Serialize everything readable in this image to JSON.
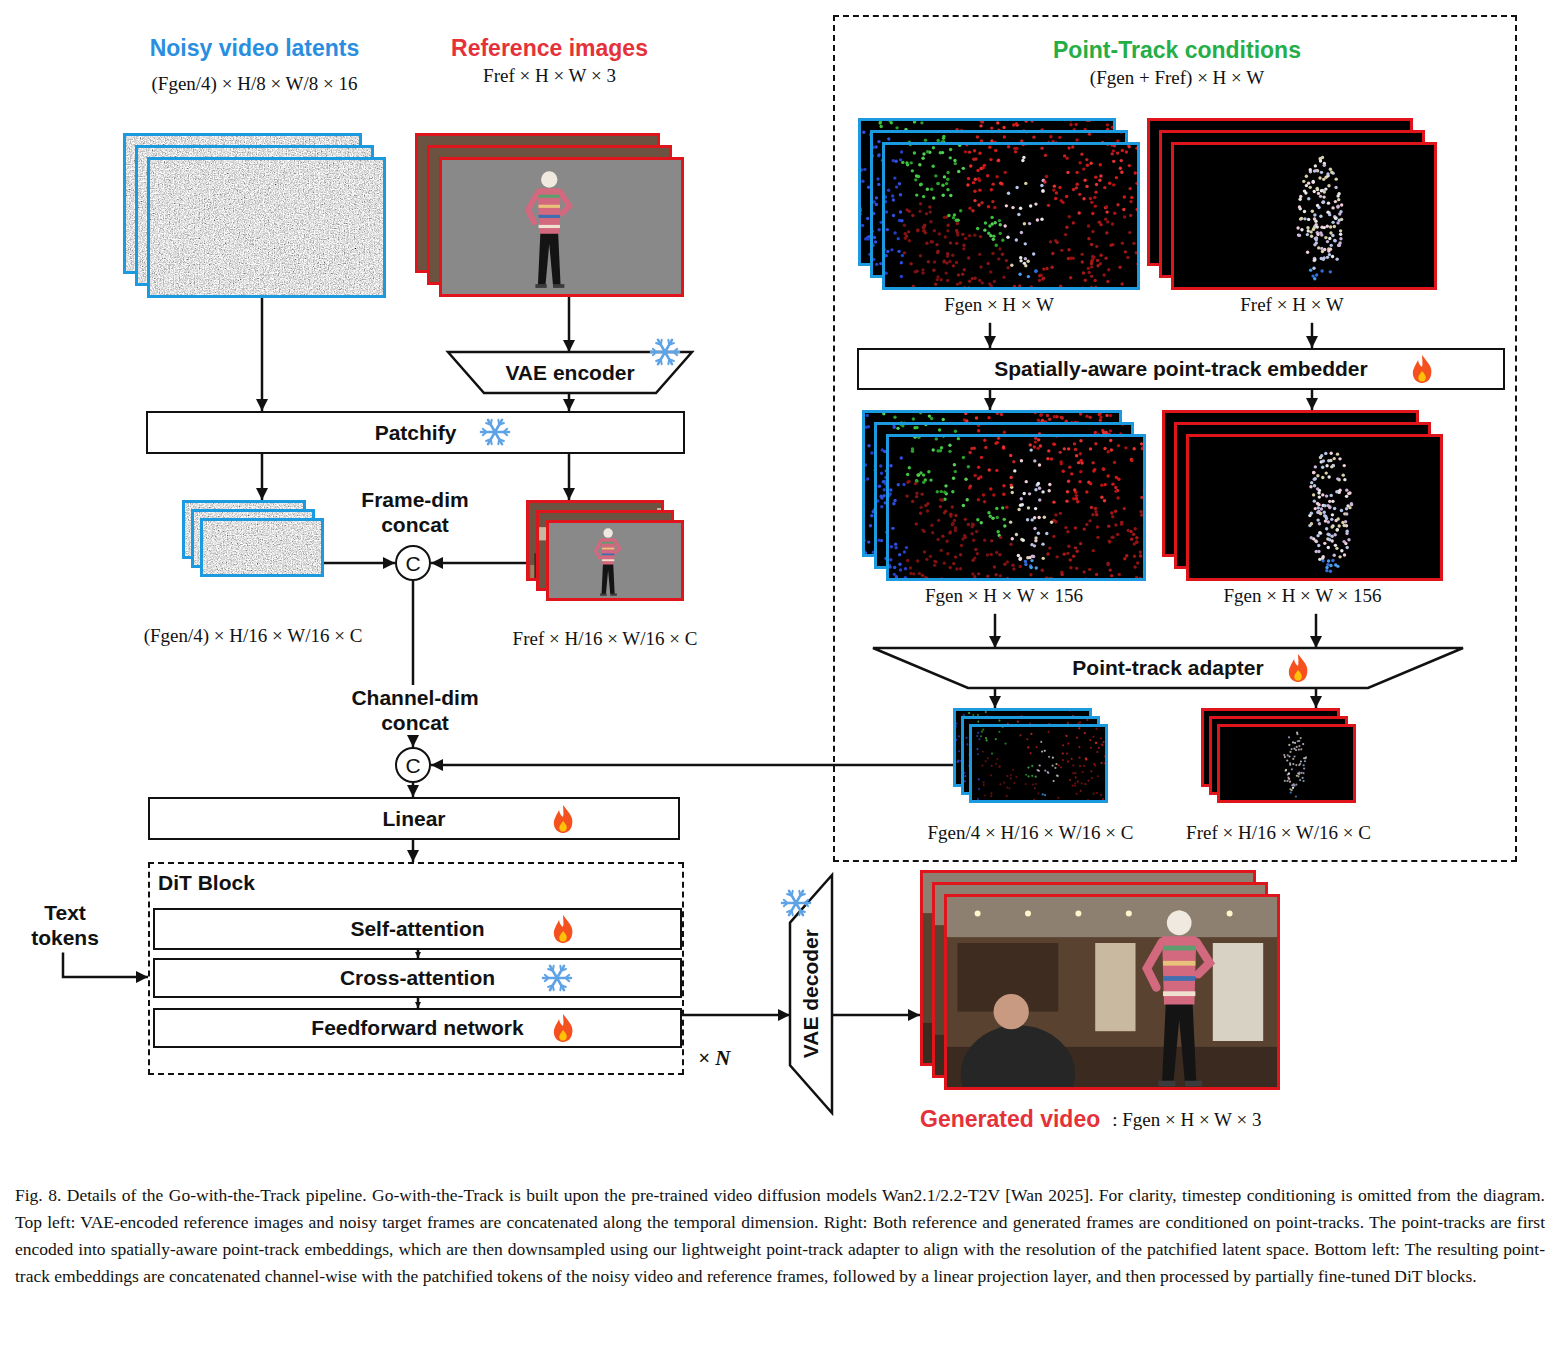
{
  "diagram": {
    "caption": "Fig. 8. Details of the Go-with-the-Track pipeline. Go-with-the-Track is built upon the pre-trained video diffusion models Wan2.1/2.2-T2V [Wan 2025]. For clarity, timestep conditioning is omitted from the diagram. Top left: VAE-encoded reference images and noisy target frames are concatenated along the temporal dimension. Right: Both reference and generated frames are conditioned on point-tracks. The point-tracks are first encoded into spatially-aware point-track embeddings, which are then downsampled using our lightweight point-track adapter to align with the resolution of the patchified latent space. Bottom left: The resulting point-track embeddings are concatenated channel-wise with the patchified tokens of the noisy video and reference frames, followed by a linear projection layer, and then processed by partially fine-tuned DiT blocks.",
    "nodes": [
      {
        "text": [
          "Noisy video latents",
          "(Fgen/4) × H/8 × W/8 × 16"
        ]
      },
      {
        "text": [
          "Reference images",
          "Fref × H × W × 3"
        ]
      },
      {
        "text": [
          "Point-Track conditions",
          "(Fgen + Fref) × H × W"
        ]
      },
      {
        "text": [
          "Fgen × H × W"
        ],
        "in": 2
      },
      {
        "text": [
          "Fref × H × W"
        ],
        "in": 2
      },
      {
        "text": [
          "VAE encoder"
        ]
      },
      {
        "text": [
          "Patchify"
        ]
      },
      {
        "text": [
          "Spatially-aware point-track embedder"
        ],
        "in": 2
      },
      {
        "text": [
          "(Fgen/4) × H/16 × W/16 × C"
        ]
      },
      {
        "text": [
          "Frame-dim concat",
          "C"
        ]
      },
      {
        "text": [
          "Fref × H/16 × W/16 × C"
        ]
      },
      {
        "text": [
          "Fgen × H × W × 156"
        ],
        "in": 2
      },
      {
        "text": [
          "Fgen × H × W × 156"
        ],
        "in": 2
      },
      {
        "text": [
          "Point-track adapter"
        ],
        "in": 2
      },
      {
        "text": [
          "Channel-dim concat",
          "C"
        ]
      },
      {
        "text": [
          "Fgen/4 × H/16 × W/16 × C"
        ],
        "in": 2
      },
      {
        "text": [
          "Fref × H/16 × W/16 × C"
        ],
        "in": 2
      },
      {
        "text": [
          "Linear"
        ]
      },
      {
        "text": [
          "Text tokens"
        ]
      },
      {
        "text": [
          "DiT Block"
        ]
      },
      {
        "text": [
          "Self-attention"
        ],
        "in": 19
      },
      {
        "text": [
          "Cross-attention"
        ],
        "in": 19
      },
      {
        "text": [
          "Feedforward network"
        ],
        "in": 19
      },
      {
        "text": [
          "VAE decoder"
        ]
      },
      {
        "text": [
          "Generated video",
          ": Fgen × H × W × 3"
        ]
      }
    ],
    "edges": [
      {
        "from": 0,
        "to": 6,
        "arrow": "to"
      },
      {
        "from": 1,
        "to": 5,
        "arrow": "to"
      },
      {
        "from": 5,
        "to": 6,
        "arrow": "to"
      },
      {
        "from": 6,
        "to": 8,
        "arrow": "to"
      },
      {
        "from": 6,
        "to": 10,
        "arrow": "to"
      },
      {
        "from": 8,
        "to": 9,
        "arrow": "to"
      },
      {
        "from": 10,
        "to": 9,
        "arrow": "to"
      },
      {
        "from": 3,
        "to": 7,
        "arrow": "to"
      },
      {
        "from": 4,
        "to": 7,
        "arrow": "to"
      },
      {
        "from": 7,
        "to": 11,
        "arrow": "to"
      },
      {
        "from": 7,
        "to": 12,
        "arrow": "to"
      },
      {
        "from": 11,
        "to": 13,
        "arrow": "to"
      },
      {
        "from": 12,
        "to": 13,
        "arrow": "to"
      },
      {
        "from": 13,
        "to": 15,
        "arrow": "to"
      },
      {
        "from": 13,
        "to": 16,
        "arrow": "to"
      },
      {
        "from": 15,
        "to": 14,
        "arrow": "to"
      },
      {
        "from": 9,
        "to": 14,
        "arrow": "to"
      },
      {
        "from": 14,
        "to": 17,
        "arrow": "to"
      },
      {
        "from": 17,
        "to": 19,
        "arrow": "to"
      },
      {
        "from": 18,
        "to": 19,
        "arrow": "to"
      },
      {
        "from": 20,
        "to": 21,
        "arrow": "to"
      },
      {
        "from": 21,
        "to": 22,
        "arrow": "to"
      },
      {
        "from": 22,
        "to": 23,
        "arrow": "to"
      },
      {
        "from": 23,
        "to": 24,
        "arrow": "to"
      }
    ],
    "labels": [
      "× N"
    ]
  }
}
